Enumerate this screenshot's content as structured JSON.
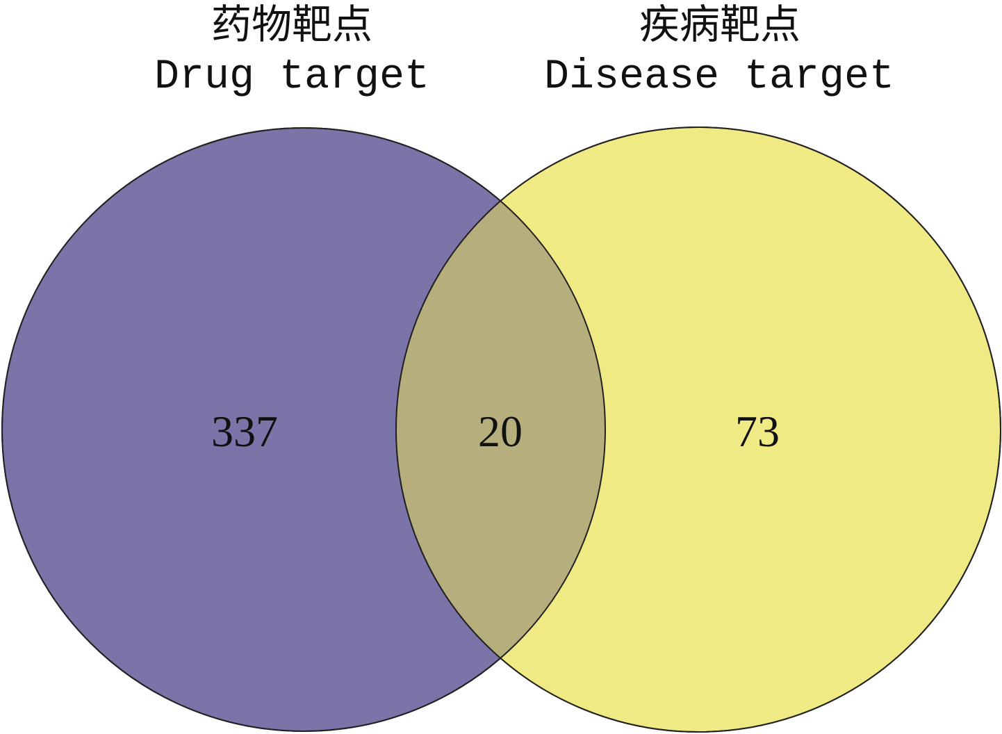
{
  "sets": [
    {
      "name_cn": "药物靶点",
      "name_en": "Drug target",
      "only": 337,
      "color": "#7B74A8"
    },
    {
      "name_cn": "疾病靶点",
      "name_en": "Disease target",
      "only": 73,
      "color": "#F0EA84"
    }
  ],
  "intersection": {
    "value": 20,
    "color": "#B6AE7C"
  },
  "labels": {
    "left_only": "337",
    "both": "20",
    "right_only": "73"
  }
}
